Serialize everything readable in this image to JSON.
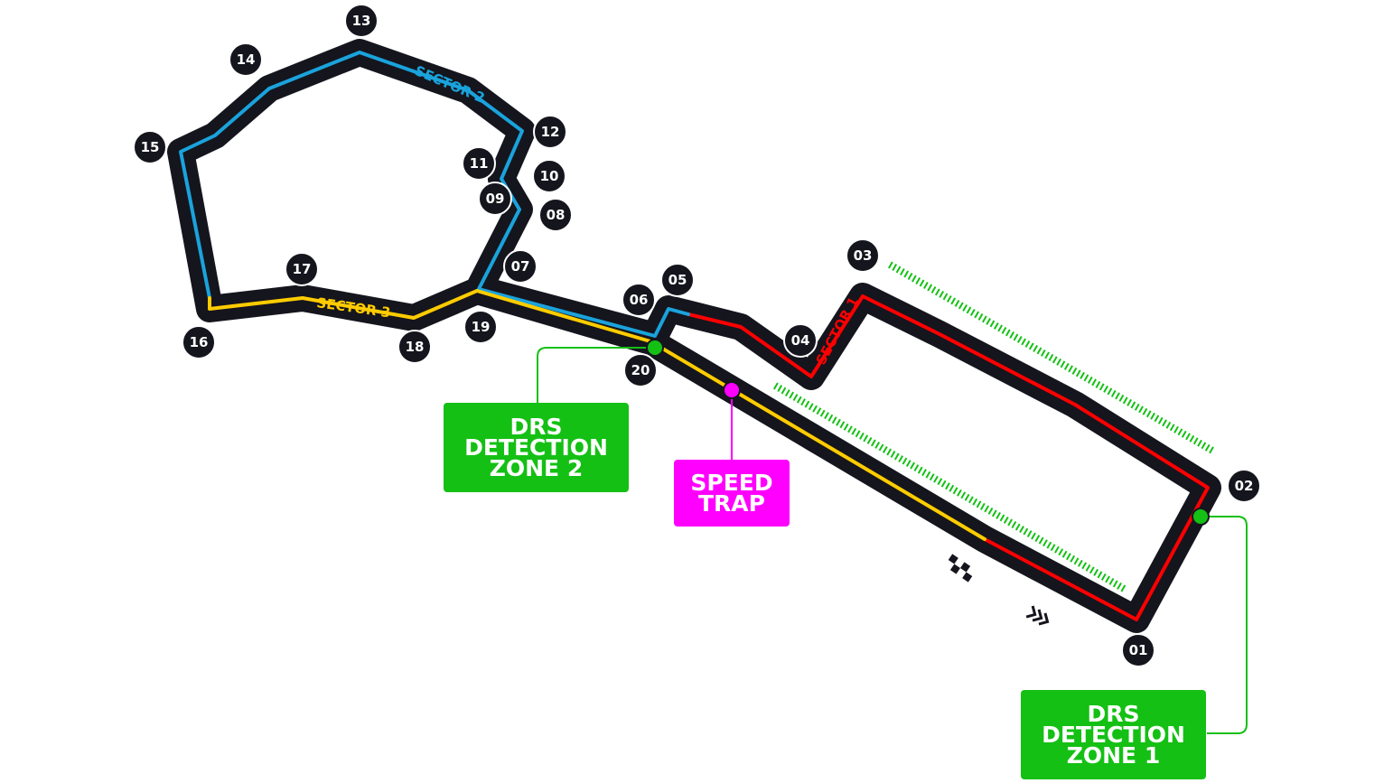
{
  "colors": {
    "track": "#15151e",
    "sector1": "#ff0000",
    "sector2": "#1aa3dc",
    "sector3": "#ffcc00",
    "drs": "#14c014",
    "speed_trap": "#ff00ff",
    "turn_marker": "#15151e"
  },
  "sectors": {
    "s1": "SECTOR 1",
    "s2": "SECTOR 2",
    "s3": "SECTOR 3"
  },
  "turns": [
    "01",
    "02",
    "03",
    "04",
    "05",
    "06",
    "07",
    "08",
    "09",
    "10",
    "11",
    "12",
    "13",
    "14",
    "15",
    "16",
    "17",
    "18",
    "19",
    "20"
  ],
  "callouts": {
    "drs2": [
      "DRS",
      "DETECTION",
      "ZONE 2"
    ],
    "speed": [
      "SPEED",
      "TRAP"
    ],
    "drs1": [
      "DRS",
      "DETECTION",
      "ZONE 1"
    ]
  },
  "icons": {
    "finish": "checkered-flag-icon",
    "direction": "chevron-right-icon"
  }
}
